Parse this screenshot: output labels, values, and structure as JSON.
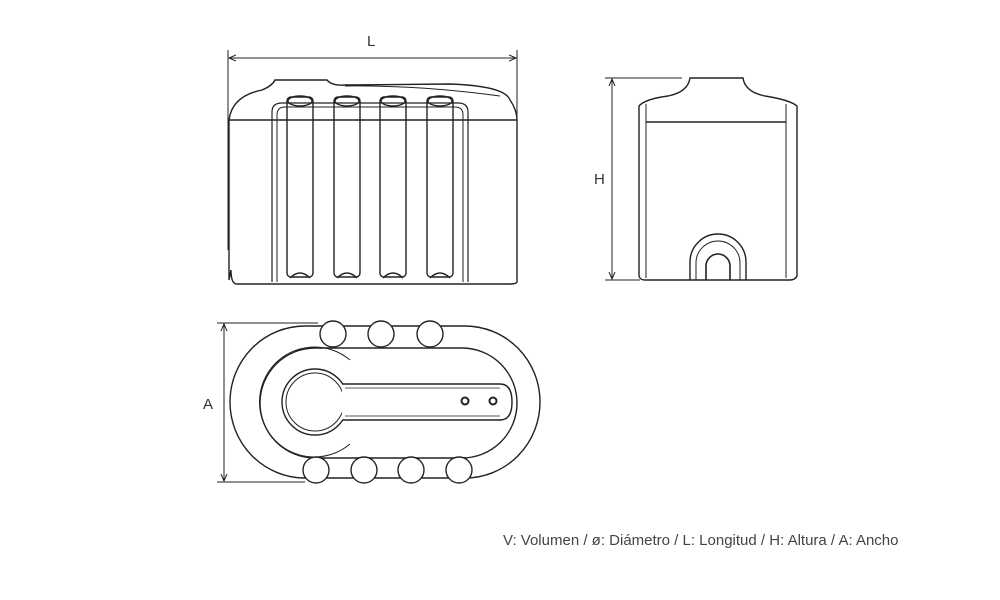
{
  "labels": {
    "length": "L",
    "height": "H",
    "width": "A"
  },
  "caption": "V: Volumen / ø: Diámetro / L: Longitud / H: Altura / A: Ancho"
}
